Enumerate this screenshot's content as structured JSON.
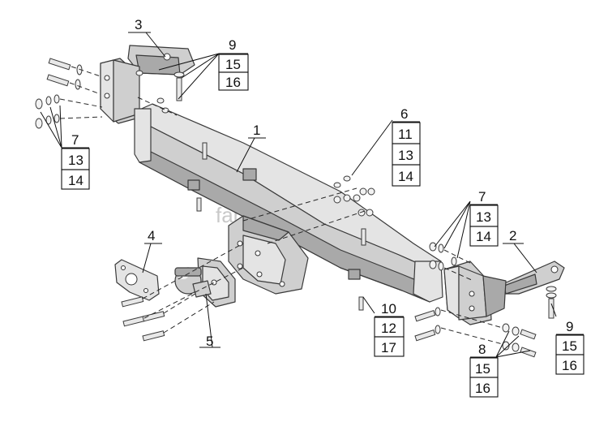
{
  "watermark": "farkop-center.ru",
  "callouts": {
    "c1": "1",
    "c2": "2",
    "c3": "3",
    "c4": "4",
    "c5": "5",
    "c6": [
      "6",
      "11",
      "13",
      "14"
    ],
    "c7_left": [
      "7",
      "13",
      "14"
    ],
    "c7_right": [
      "7",
      "13",
      "14"
    ],
    "c8": [
      "8",
      "15",
      "16"
    ],
    "c9_top": [
      "9",
      "15",
      "16"
    ],
    "c9_right": [
      "9",
      "15",
      "16"
    ],
    "c10": [
      "10",
      "12",
      "17"
    ]
  }
}
